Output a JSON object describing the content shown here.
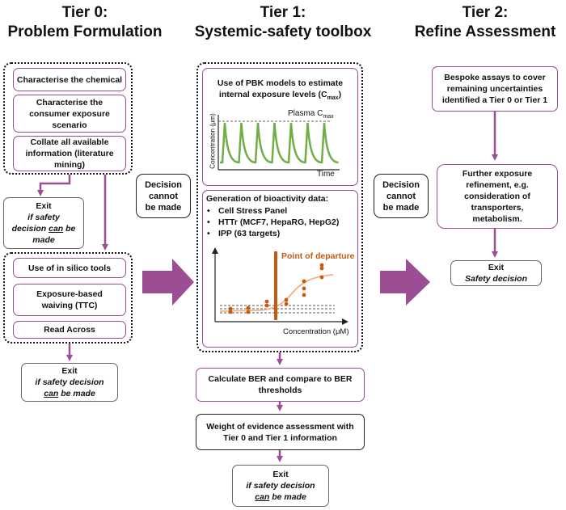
{
  "tier0": {
    "title_line1": "Tier 0:",
    "title_line2": "Problem Formulation",
    "box_chemical": "Characterise the chemical",
    "box_exposure": "Characterise the consumer exposure scenario",
    "box_collate": "Collate all available information (literature mining)",
    "exit1": {
      "title": "Exit",
      "line1": "if safety",
      "line2_pre": "decision ",
      "line2_ul": "can",
      "line2_post": " be",
      "line3": "made"
    },
    "box_insilico": "Use of in silico tools",
    "box_waiving": "Exposure-based waiving (TTC)",
    "box_readacross": "Read Across",
    "exit2": {
      "title": "Exit",
      "line1": "if safety decision",
      "line2_ul": "can",
      "line2_post": " be made"
    }
  },
  "decision1": {
    "line1": "Decision",
    "line2": "cannot",
    "line3": "be made"
  },
  "tier1": {
    "title_line1": "Tier 1:",
    "title_line2": "Systemic-safety toolbox",
    "pbk": {
      "heading_line1": "Use of PBK models to estimate",
      "heading_line2": "internal exposure levels (C",
      "heading_sub": "max",
      "heading_end": ")",
      "ylabel": "Concentration (μm)",
      "xlabel": "Time",
      "plasma_label": "Plasma C",
      "plasma_sub": "max"
    },
    "bioactivity": {
      "heading": "Generation of bioactivity data:",
      "items": [
        "Cell Stress Panel",
        "HTTr (MCF7, HepaRG, HepG2)",
        "IPP (63 targets)"
      ],
      "pod_label": "Point of departure",
      "xlabel": "Concentration (μM)"
    },
    "box_ber": "Calculate BER and compare to BER thresholds",
    "box_woe": "Weight of evidence assessment with Tier 0 and Tier 1 information",
    "exit": {
      "title": "Exit",
      "line1": "if safety decision",
      "line2_ul": "can",
      "line2_post": " be made"
    }
  },
  "decision2": {
    "line1": "Decision",
    "line2": "cannot",
    "line3": "be made"
  },
  "tier2": {
    "title_line1": "Tier 2:",
    "title_line2": "Refine Assessment",
    "box_bespoke": "Bespoke assays to cover remaining uncertainties identified a Tier 0 or Tier 1",
    "box_refine": "Further exposure refinement, e.g. consideration of transporters, metabolism.",
    "exit": {
      "title": "Exit",
      "line1": "Safety decision"
    }
  },
  "colors": {
    "purple": "#9b4e94",
    "green": "#70ad47",
    "orange": "#c55a11",
    "light_orange": "#f4b183"
  }
}
